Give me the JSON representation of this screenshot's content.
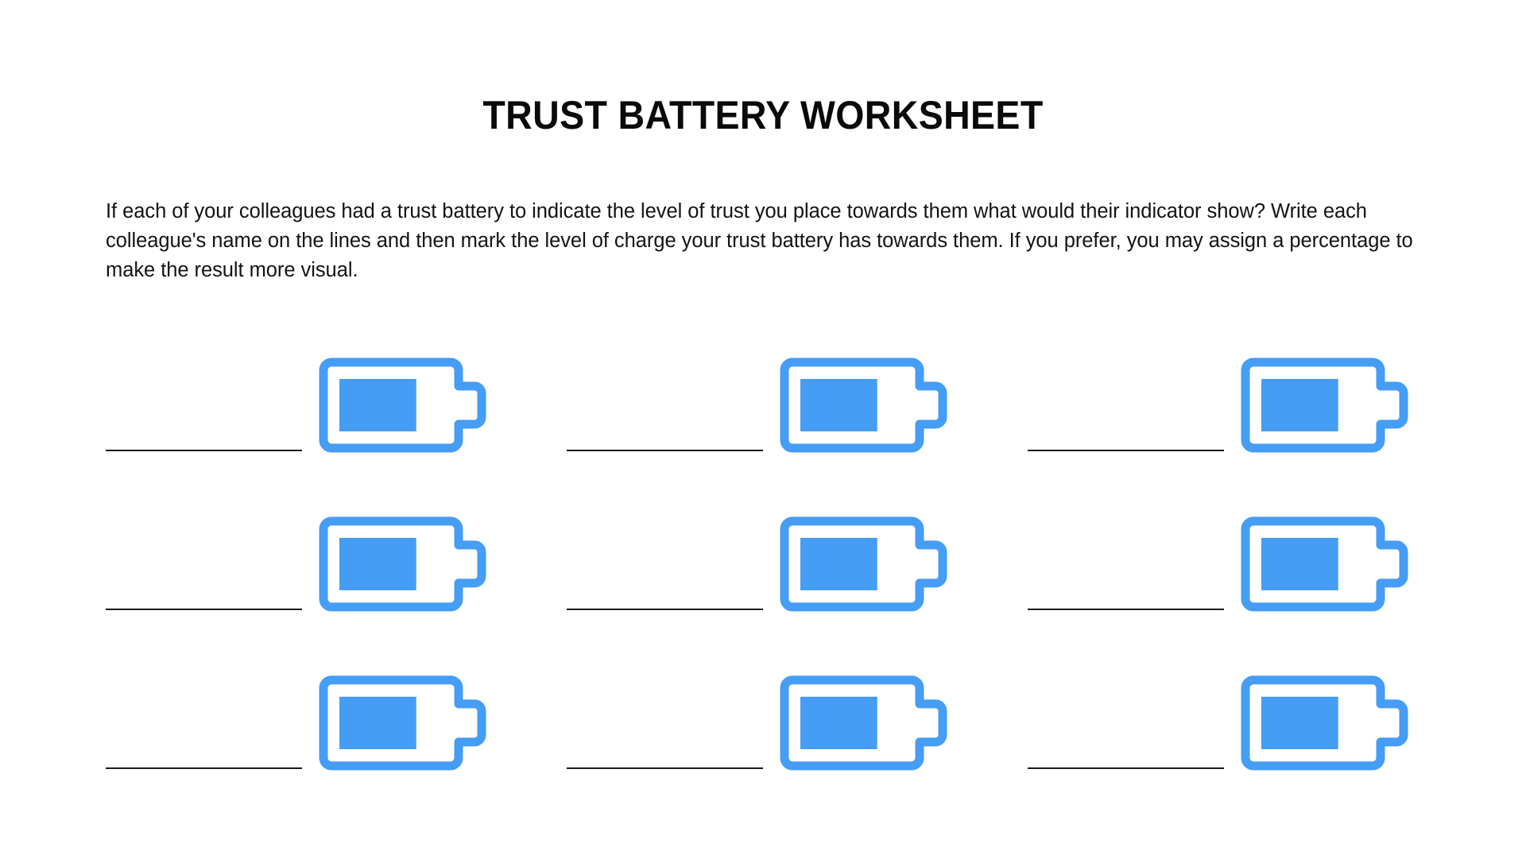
{
  "document": {
    "title": "TRUST BATTERY WORKSHEET",
    "background_color": "#FFFFFF",
    "text_color": "#131313",
    "accent_color": "#459DF5",
    "line_color": "#1A1A1A",
    "intro_paragraph": "If each of your colleagues had a trust battery to indicate the level of trust you place towards them what would their indicator show? Write each colleague's name on the lines and then mark the level of charge your trust battery has towards them. If you prefer, you may assign a percentage to make the result more visual."
  },
  "grid": {
    "rows": 3,
    "columns": 3,
    "cells": [
      {
        "id": "cell-1",
        "name_value": "",
        "name_placeholder": "",
        "battery_fill_percent": 78,
        "icon": "battery-icon"
      },
      {
        "id": "cell-2",
        "name_value": "",
        "name_placeholder": "",
        "battery_fill_percent": 78,
        "icon": "battery-icon"
      },
      {
        "id": "cell-3",
        "name_value": "",
        "name_placeholder": "",
        "battery_fill_percent": 78,
        "icon": "battery-icon"
      },
      {
        "id": "cell-4",
        "name_value": "",
        "name_placeholder": "",
        "battery_fill_percent": 78,
        "icon": "battery-icon"
      },
      {
        "id": "cell-5",
        "name_value": "",
        "name_placeholder": "",
        "battery_fill_percent": 78,
        "icon": "battery-icon"
      },
      {
        "id": "cell-6",
        "name_value": "",
        "name_placeholder": "",
        "battery_fill_percent": 78,
        "icon": "battery-icon"
      },
      {
        "id": "cell-7",
        "name_value": "",
        "name_placeholder": "",
        "battery_fill_percent": 78,
        "icon": "battery-icon"
      },
      {
        "id": "cell-8",
        "name_value": "",
        "name_placeholder": "",
        "battery_fill_percent": 78,
        "icon": "battery-icon"
      },
      {
        "id": "cell-9",
        "name_value": "",
        "name_placeholder": "",
        "battery_fill_percent": 78,
        "icon": "battery-icon"
      }
    ]
  }
}
